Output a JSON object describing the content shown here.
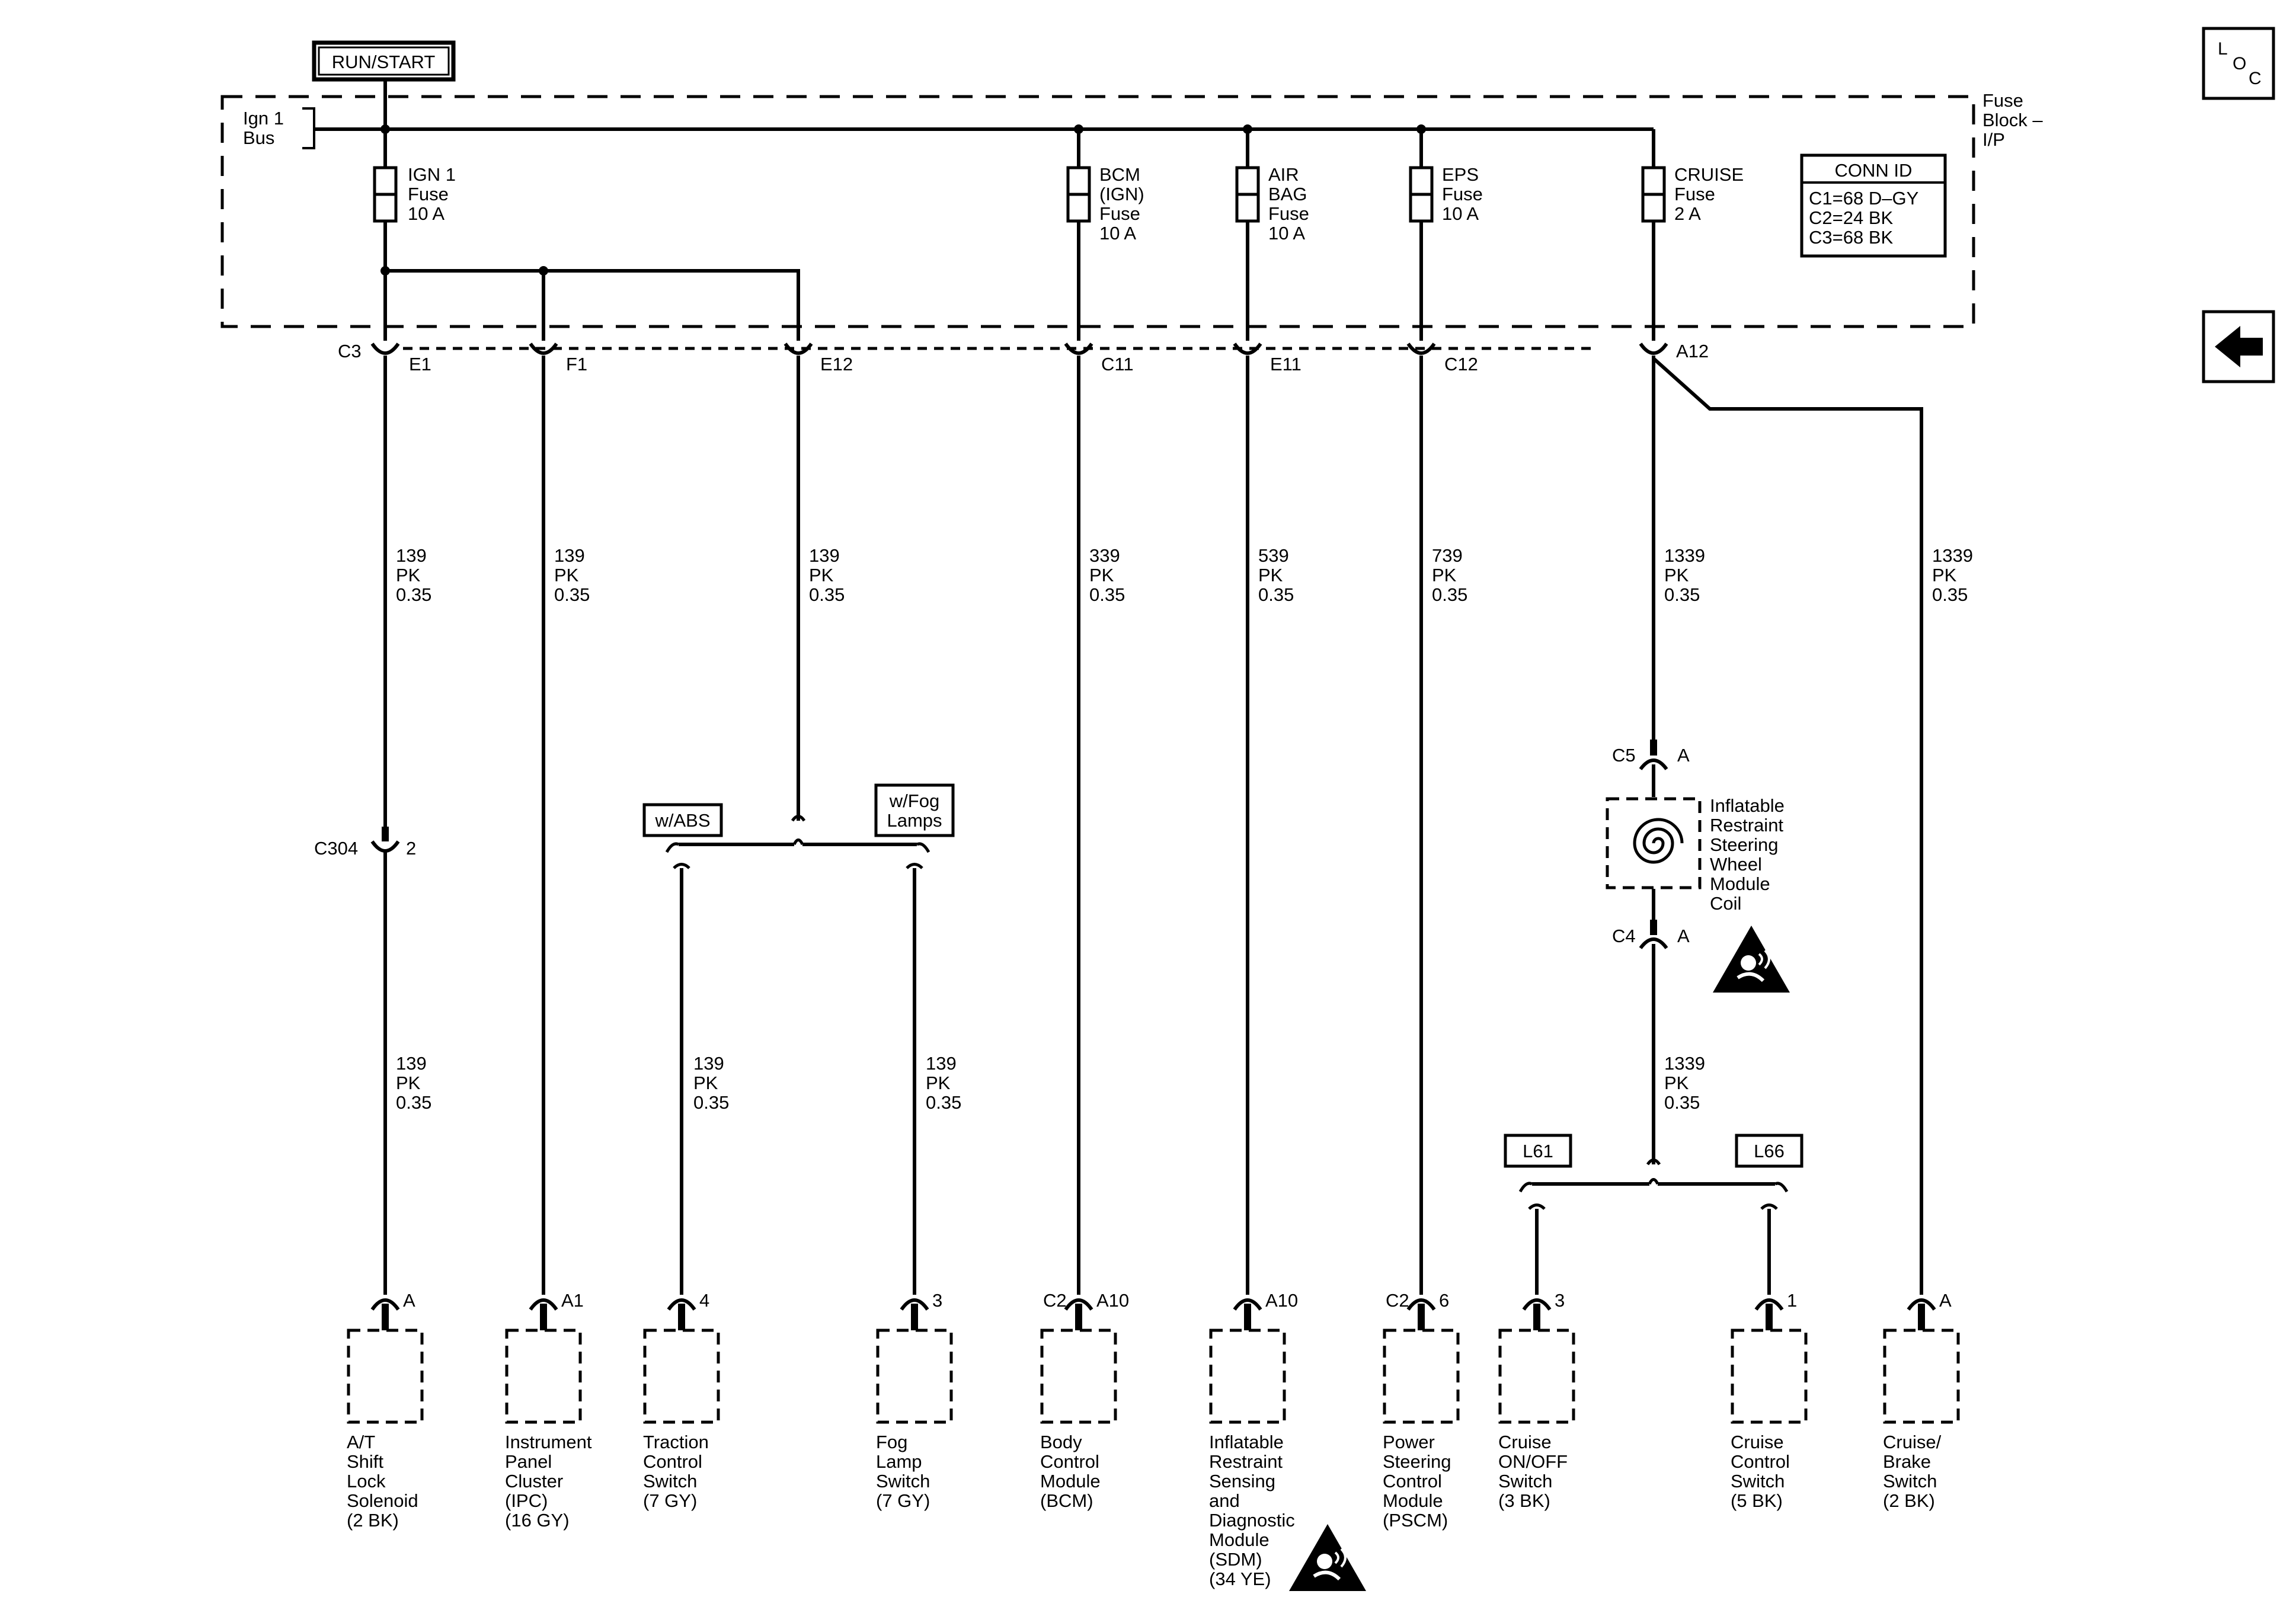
{
  "header": {
    "power_mode": "RUN/START",
    "bus_label": [
      "Ign 1",
      "Bus"
    ],
    "fuse_block": [
      "Fuse",
      "Block –",
      "I/P"
    ]
  },
  "conn_id": {
    "title": "CONN ID",
    "lines": [
      "C1=68 D–GY",
      "C2=24 BK",
      "C3=68 BK"
    ]
  },
  "nav": {
    "loc_label": [
      "L",
      "O",
      "C"
    ],
    "back_icon": "arrow-left-icon"
  },
  "fuses": [
    {
      "lines": [
        "IGN 1",
        "Fuse",
        "10 A"
      ]
    },
    {
      "lines": [
        "BCM",
        "(IGN)",
        "Fuse",
        "10 A"
      ]
    },
    {
      "lines": [
        "AIR",
        "BAG",
        "Fuse",
        "10 A"
      ]
    },
    {
      "lines": [
        "EPS",
        "Fuse",
        "10 A"
      ]
    },
    {
      "lines": [
        "CRUISE",
        "Fuse",
        "2 A"
      ]
    }
  ],
  "fuse_block_connector": "C3",
  "pins": [
    "E1",
    "F1",
    "E12",
    "C11",
    "E11",
    "C12",
    "A12"
  ],
  "wire_codes": {
    "w1": [
      "139",
      "PK",
      "0.35"
    ],
    "w2": [
      "339",
      "PK",
      "0.35"
    ],
    "w3": [
      "539",
      "PK",
      "0.35"
    ],
    "w4": [
      "739",
      "PK",
      "0.35"
    ],
    "w5": [
      "1339",
      "PK",
      "0.35"
    ]
  },
  "inline_connector": {
    "name": "C304",
    "pin": "2"
  },
  "options": {
    "abs": "w/ABS",
    "fog": [
      "w/Fog",
      "Lamps"
    ],
    "l61": "L61",
    "l66": "L66"
  },
  "clockspring": {
    "c5": "C5",
    "c5_pin": "A",
    "c4": "C4",
    "c4_pin": "A",
    "name": [
      "Inflatable",
      "Restraint",
      "Steering",
      "Wheel",
      "Module",
      "Coil"
    ]
  },
  "components": [
    {
      "pin": "A",
      "conn": "",
      "name": [
        "A/T",
        "Shift",
        "Lock",
        "Solenoid",
        "(2 BK)"
      ]
    },
    {
      "pin": "A1",
      "conn": "",
      "name": [
        "Instrument",
        "Panel",
        "Cluster",
        "(IPC)",
        "(16 GY)"
      ]
    },
    {
      "pin": "4",
      "conn": "",
      "name": [
        "Traction",
        "Control",
        "Switch",
        "(7 GY)"
      ]
    },
    {
      "pin": "3",
      "conn": "",
      "name": [
        "Fog",
        "Lamp",
        "Switch",
        "(7 GY)"
      ]
    },
    {
      "pin": "A10",
      "conn": "C2",
      "name": [
        "Body",
        "Control",
        "Module",
        "(BCM)"
      ]
    },
    {
      "pin": "A10",
      "conn": "",
      "name": [
        "Inflatable",
        "Restraint",
        "Sensing",
        "and",
        "Diagnostic",
        "Module",
        "(SDM)",
        "(34 YE)"
      ]
    },
    {
      "pin": "6",
      "conn": "C2",
      "name": [
        "Power",
        "Steering",
        "Control",
        "Module",
        "(PSCM)"
      ]
    },
    {
      "pin": "3",
      "conn": "",
      "name": [
        "Cruise",
        "ON/OFF",
        "Switch",
        "(3 BK)"
      ]
    },
    {
      "pin": "1",
      "conn": "",
      "name": [
        "Cruise",
        "Control",
        "Switch",
        "(5 BK)"
      ]
    },
    {
      "pin": "A",
      "conn": "",
      "name": [
        "Cruise/",
        "Brake",
        "Switch",
        "(2 BK)"
      ]
    }
  ],
  "icons": {
    "airbag_warning": "airbag-warning-icon"
  }
}
